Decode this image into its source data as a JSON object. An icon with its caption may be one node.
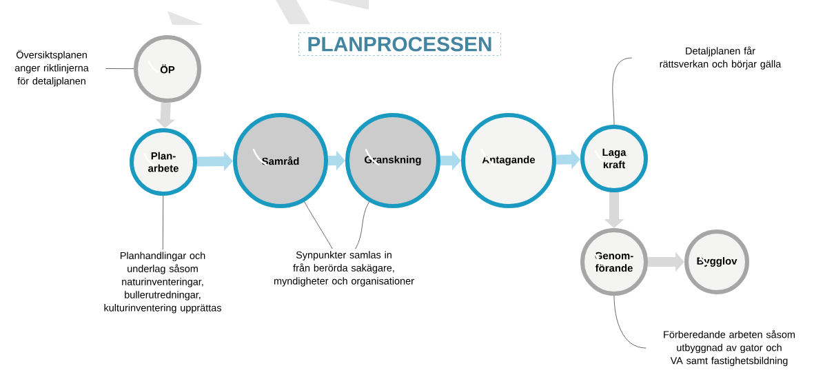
{
  "diagram": {
    "title": "PLANPROCESSEN",
    "nodes": [
      {
        "text": [
          "ÖP"
        ]
      },
      {
        "text": [
          "Plan- arbete"
        ]
      },
      {
        "text": [
          "Samråd"
        ]
      },
      {
        "text": [
          "Granskning"
        ]
      },
      {
        "text": [
          "Antagande"
        ]
      },
      {
        "text": [
          "Laga kraft"
        ]
      },
      {
        "text": [
          "Genom- förande"
        ]
      },
      {
        "text": [
          "Bygglov"
        ]
      },
      {
        "text": [
          "Översiktsplanen anger riktlinjerna för detaljplanen"
        ]
      },
      {
        "text": [
          "Detaljplanen får rättsverkan och börjar gälla"
        ]
      },
      {
        "text": [
          "Planhandlingar och underlag såsom naturinventeringar, bullerutredningar, kulturinventering upprättas"
        ]
      },
      {
        "text": [
          "Synpunkter samlas in från berörda sakägare, myndigheter och organisationer"
        ]
      },
      {
        "text": [
          "Förberedande arbeten såsom utbyggnad av gator och VA samt fastighetsbildning"
        ]
      }
    ],
    "edges": [
      {
        "from": 0,
        "to": 1,
        "arrow": "to",
        "color": "#d9d9d9"
      },
      {
        "from": 1,
        "to": 2,
        "arrow": "to",
        "color": "#acdbee"
      },
      {
        "from": 2,
        "to": 3,
        "arrow": "to",
        "color": "#acdbee"
      },
      {
        "from": 3,
        "to": 4,
        "arrow": "to",
        "color": "#acdbee"
      },
      {
        "from": 4,
        "to": 5,
        "arrow": "to",
        "color": "#acdbee"
      },
      {
        "from": 5,
        "to": 6,
        "arrow": "to",
        "color": "#d9d9d9"
      },
      {
        "from": 6,
        "to": 7,
        "arrow": "to",
        "color": "#d9d9d9"
      },
      {
        "from": 8,
        "to": 0,
        "arrow": "none"
      },
      {
        "from": 9,
        "to": 5,
        "arrow": "none"
      },
      {
        "from": 10,
        "to": 1,
        "arrow": "none"
      },
      {
        "from": 11,
        "to": 2,
        "arrow": "none"
      },
      {
        "from": 11,
        "to": 3,
        "arrow": "none"
      },
      {
        "from": 12,
        "to": 6,
        "arrow": "none"
      }
    ]
  }
}
